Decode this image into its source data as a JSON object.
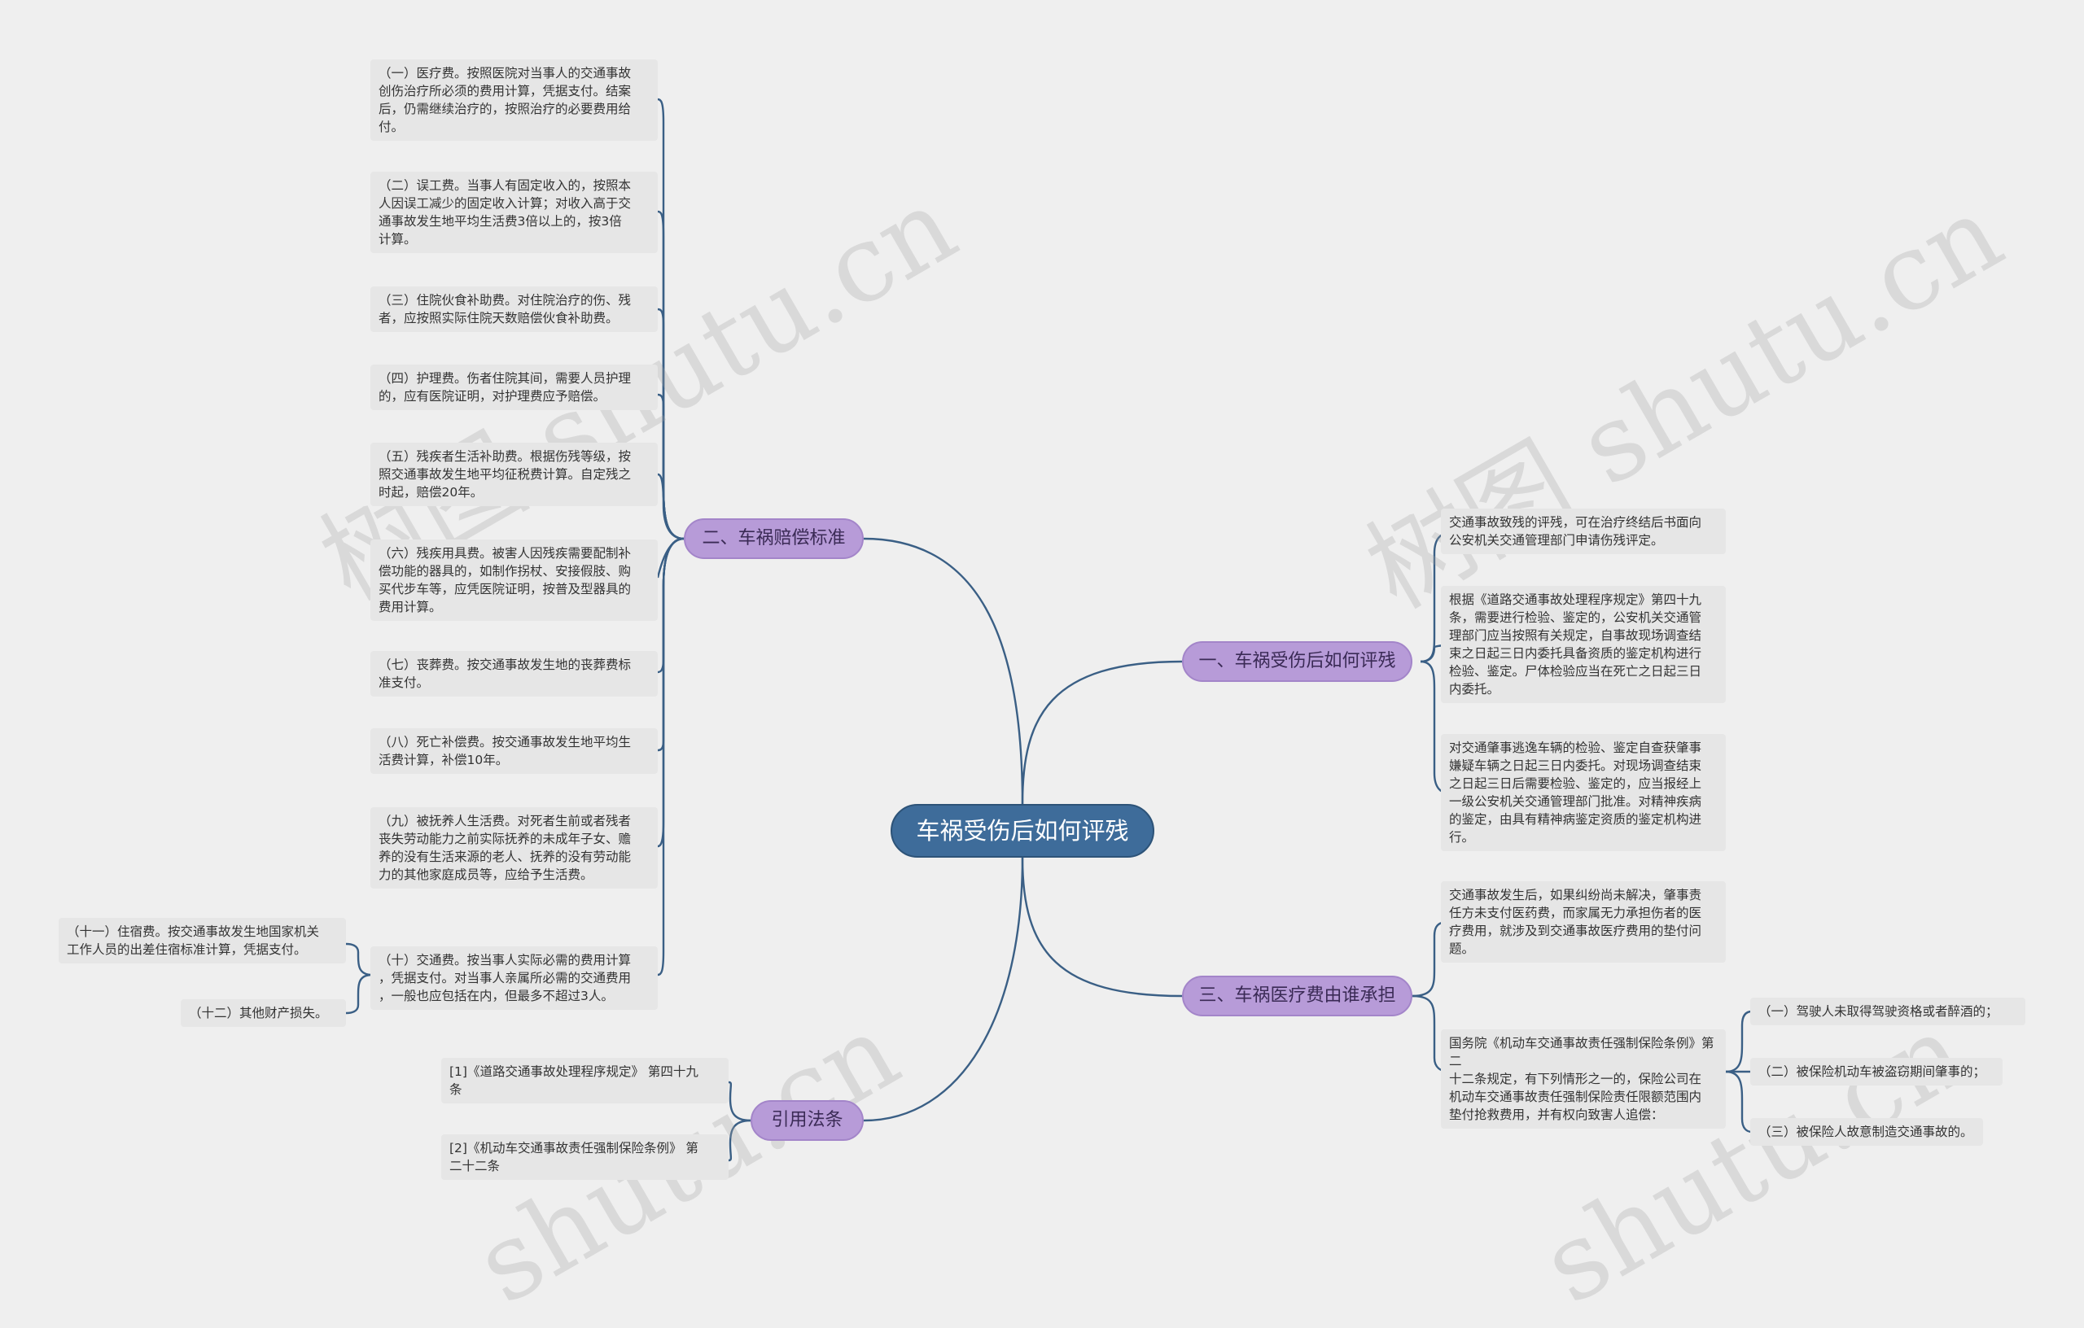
{
  "root": "车祸受伤后如何评残",
  "branches": {
    "b1": "一、车祸受伤后如何评残",
    "b2": "二、车祸赔偿标准",
    "b3": "三、车祸医疗费由谁承担",
    "b4": "引用法条"
  },
  "b1_items": [
    "交通事故致残的评残，可在治疗终结后书面向\n公安机关交通管理部门申请伤残评定。",
    "根据《道路交通事故处理程序规定》第四十九\n条，需要进行检验、鉴定的，公安机关交通管\n理部门应当按照有关规定，自事故现场调查结\n束之日起三日内委托具备资质的鉴定机构进行\n检验、鉴定。尸体检验应当在死亡之日起三日\n内委托。",
    "对交通肇事逃逸车辆的检验、鉴定自查获肇事\n嫌疑车辆之日起三日内委托。对现场调查结束\n之日起三日后需要检验、鉴定的，应当报经上\n一级公安机关交通管理部门批准。对精神疾病\n的鉴定，由具有精神病鉴定资质的鉴定机构进\n行。"
  ],
  "b2_items": [
    "（一）医疗费。按照医院对当事人的交通事故\n创伤治疗所必须的费用计算，凭据支付。结案\n后，仍需继续治疗的，按照治疗的必要费用给\n付。",
    "（二）误工费。当事人有固定收入的，按照本\n人因误工减少的固定收入计算；对收入高于交\n通事故发生地平均生活费3倍以上的，按3倍\n计算。",
    "（三）住院伙食补助费。对住院治疗的伤、残\n者，应按照实际住院天数赔偿伙食补助费。",
    "（四）护理费。伤者住院其间，需要人员护理\n的，应有医院证明，对护理费应予赔偿。",
    "（五）残疾者生活补助费。根据伤残等级，按\n照交通事故发生地平均征税费计算。自定残之\n时起，赔偿20年。",
    "（六）残疾用具费。被害人因残疾需要配制补\n偿功能的器具的，如制作拐杖、安接假肢、购\n买代步车等，应凭医院证明，按普及型器具的\n费用计算。",
    "（七）丧葬费。按交通事故发生地的丧葬费标\n准支付。",
    "（八）死亡补偿费。按交通事故发生地平均生\n活费计算，补偿10年。",
    "（九）被抚养人生活费。对死者生前或者残者\n丧失劳动能力之前实际抚养的未成年子女、赡\n养的没有生活来源的老人、抚养的没有劳动能\n力的其他家庭成员等，应给予生活费。",
    "（十）交通费。按当事人实际必需的费用计算\n，凭据支付。对当事人亲属所必需的交通费用\n，一般也应包括在内，但最多不超过3人。"
  ],
  "b2_sub": [
    "（十一）住宿费。按交通事故发生地国家机关\n工作人员的出差住宿标准计算，凭据支付。",
    "（十二）其他财产损失。"
  ],
  "b3_items": [
    "交通事故发生后，如果纠纷尚未解决，肇事责\n任方未支付医药费，而家属无力承担伤者的医\n疗费用，就涉及到交通事故医疗费用的垫付问\n题。",
    "国务院《机动车交通事故责任强制保险条例》第二\n十二条规定，有下列情形之一的，保险公司在\n机动车交通事故责任强制保险责任限额范围内\n垫付抢救费用，并有权向致害人追偿："
  ],
  "b3_sub": [
    "（一）驾驶人未取得驾驶资格或者醉酒的；",
    "（二）被保险机动车被盗窃期间肇事的；",
    "（三）被保险人故意制造交通事故的。"
  ],
  "b4_items": [
    "[1]《道路交通事故处理程序规定》 第四十九\n条",
    "[2]《机动车交通事故责任强制保险条例》 第\n二十二条"
  ],
  "watermarks": [
    "树图 shutu.cn",
    "树图 shutu.cn",
    "shutu.cn",
    "shutu.cn"
  ],
  "colors": {
    "root": "#3e6c9a",
    "branch": "#b79bd8",
    "edge": "#3a5f85",
    "leaf": "#e6e6e6",
    "background": "#efefef"
  }
}
